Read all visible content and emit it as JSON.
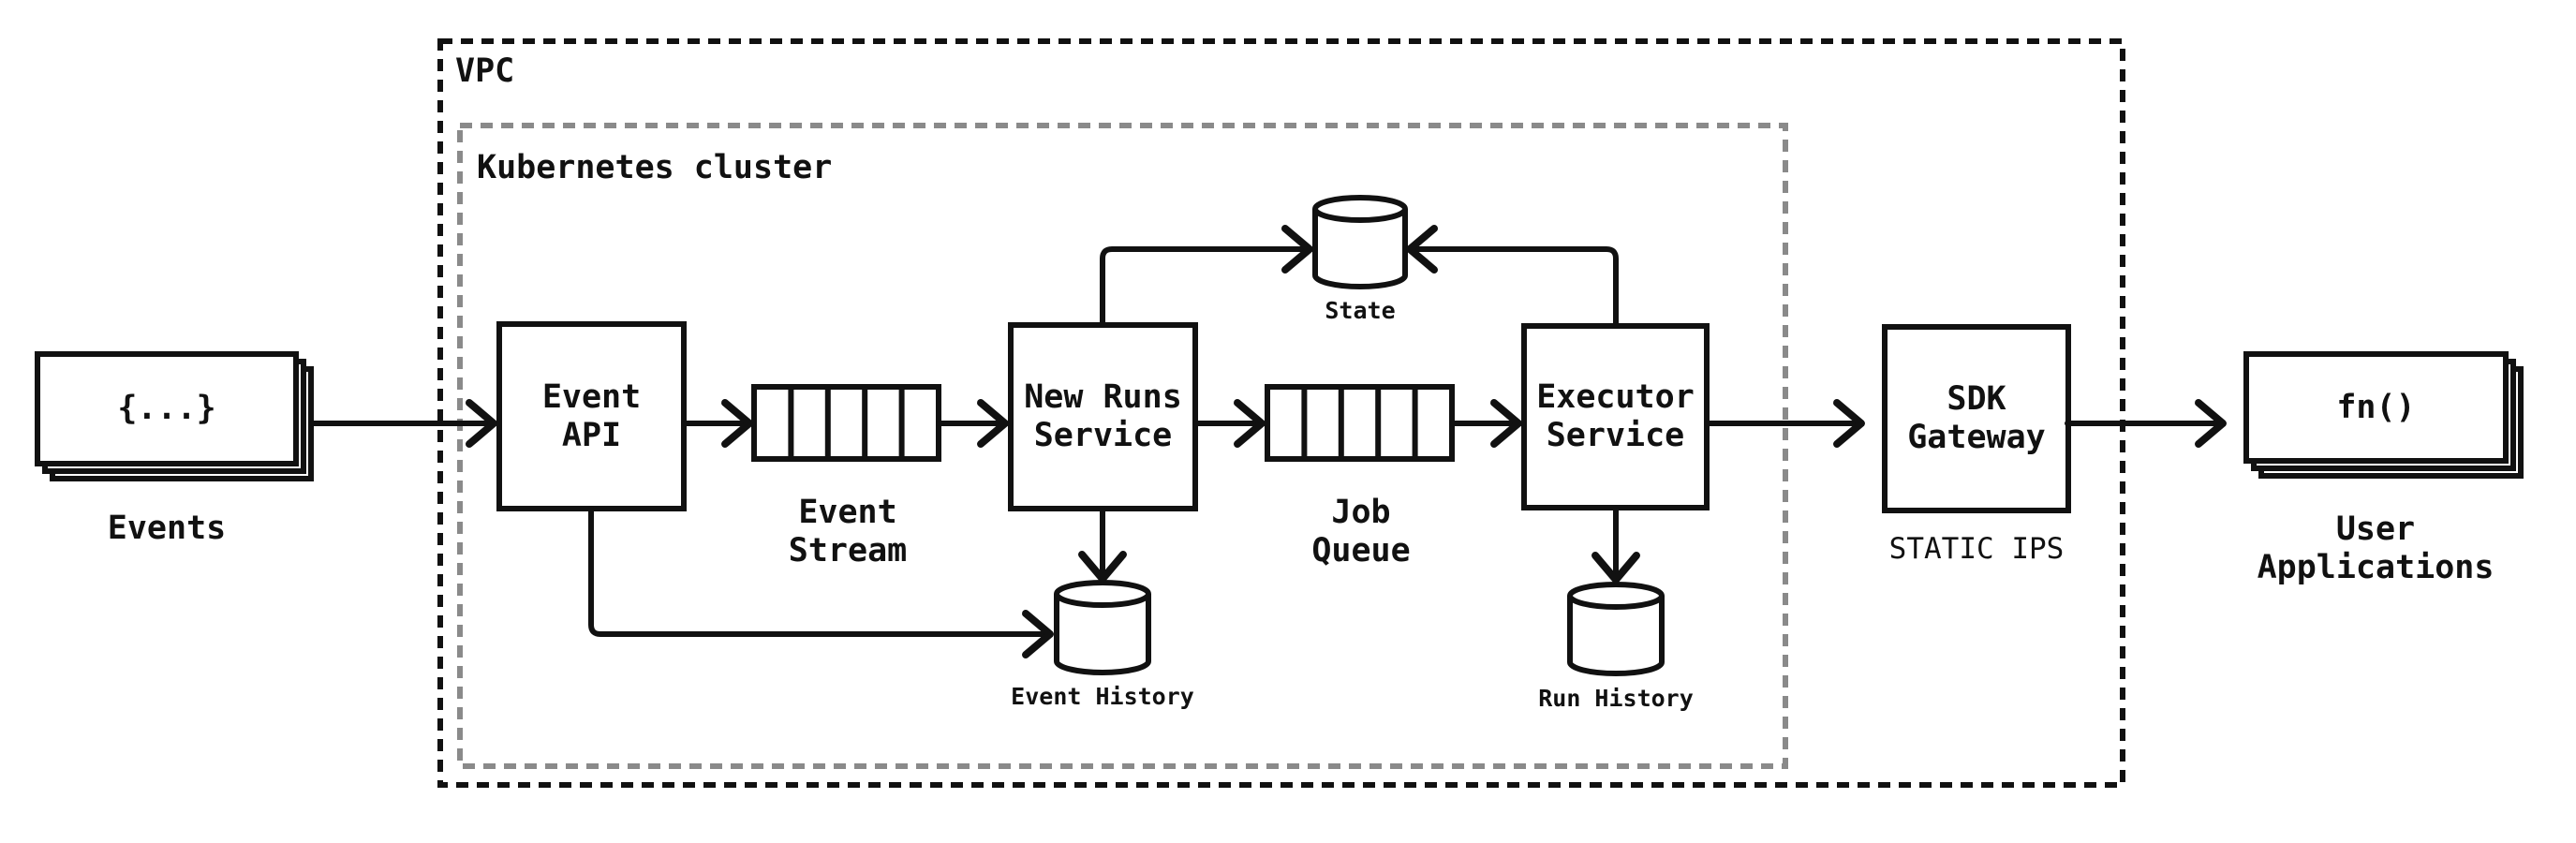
{
  "diagram": {
    "containers": {
      "vpc": {
        "label": "VPC"
      },
      "kubernetes": {
        "label": "Kubernetes cluster"
      }
    },
    "labels": {
      "vpc": "VPC",
      "k8s": "Kubernetes cluster",
      "events_icon": "{...}",
      "events": "Events",
      "event_api": "Event\nAPI",
      "event_stream": "Event\nStream",
      "new_runs": "New Runs\nService",
      "state": "State",
      "job_queue": "Job\nQueue",
      "executor": "Executor\nService",
      "event_history": "Event History",
      "run_history": "Run History",
      "sdk_gateway": "SDK\nGateway",
      "static_ips": "STATIC IPS",
      "user_apps_icon": "fn()",
      "user_apps": "User\nApplications"
    },
    "edges": [
      {
        "from": "Events",
        "to": "Event API"
      },
      {
        "from": "Event API",
        "to": "Event Stream"
      },
      {
        "from": "Event Stream",
        "to": "New Runs Service"
      },
      {
        "from": "New Runs Service",
        "to": "Job Queue"
      },
      {
        "from": "Job Queue",
        "to": "Executor Service"
      },
      {
        "from": "Executor Service",
        "to": "SDK Gateway"
      },
      {
        "from": "SDK Gateway",
        "to": "User Applications"
      },
      {
        "from": "New Runs Service",
        "to": "State"
      },
      {
        "from": "Executor Service",
        "to": "State"
      },
      {
        "from": "Event API",
        "to": "Event History"
      },
      {
        "from": "New Runs Service",
        "to": "Event History"
      },
      {
        "from": "Executor Service",
        "to": "Run History"
      }
    ],
    "colors": {
      "line": "#111111",
      "vpc_border": "#111111",
      "k8s_border": "#8a8a8a",
      "background": "#ffffff"
    }
  }
}
